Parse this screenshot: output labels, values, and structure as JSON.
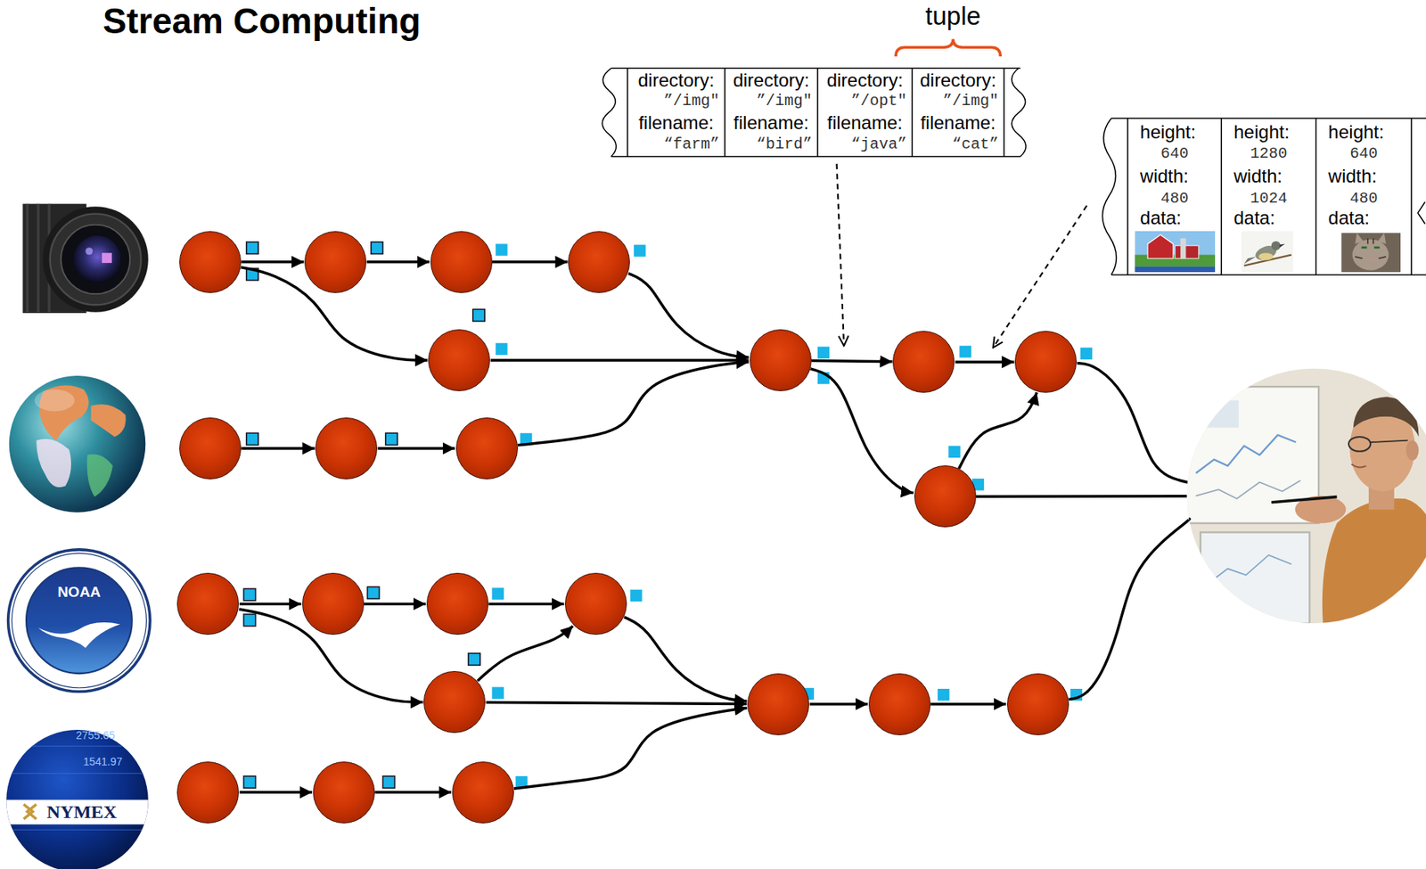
{
  "diagram": {
    "title": "Stream Computing",
    "nodes": [
      {
        "text": []
      },
      {
        "text": []
      },
      {
        "text": []
      },
      {
        "text": []
      },
      {
        "text": []
      },
      {
        "text": []
      },
      {
        "text": []
      },
      {
        "text": []
      },
      {
        "text": []
      },
      {
        "text": []
      },
      {
        "text": []
      },
      {
        "text": []
      },
      {
        "text": []
      },
      {
        "text": []
      },
      {
        "text": []
      },
      {
        "text": []
      },
      {
        "text": []
      },
      {
        "text": []
      },
      {
        "text": []
      },
      {
        "text": []
      },
      {
        "text": []
      },
      {
        "text": []
      },
      {
        "text": []
      },
      {
        "text": []
      }
    ],
    "edges": [
      {
        "from": 0,
        "to": 1,
        "arrow": "to"
      },
      {
        "from": 0,
        "to": 4,
        "arrow": "to"
      },
      {
        "from": 1,
        "to": 2,
        "arrow": "to"
      },
      {
        "from": 2,
        "to": 3,
        "arrow": "to"
      },
      {
        "from": 3,
        "to": 8,
        "arrow": "to"
      },
      {
        "from": 4,
        "to": 8,
        "arrow": "to"
      },
      {
        "from": 5,
        "to": 6,
        "arrow": "to"
      },
      {
        "from": 6,
        "to": 7,
        "arrow": "to"
      },
      {
        "from": 7,
        "to": 8,
        "arrow": "to"
      },
      {
        "from": 8,
        "to": 9,
        "arrow": "to"
      },
      {
        "from": 8,
        "to": 11,
        "arrow": "to"
      },
      {
        "from": 9,
        "to": 10,
        "arrow": "to"
      },
      {
        "from": 11,
        "to": 10,
        "arrow": "to"
      },
      {
        "from": 10,
        "to": 23,
        "arrow": "none"
      },
      {
        "from": 11,
        "to": 23,
        "arrow": "none"
      },
      {
        "from": 12,
        "to": 13,
        "arrow": "to"
      },
      {
        "from": 12,
        "to": 16,
        "arrow": "to"
      },
      {
        "from": 13,
        "to": 14,
        "arrow": "to"
      },
      {
        "from": 14,
        "to": 15,
        "arrow": "to"
      },
      {
        "from": 16,
        "to": 15,
        "arrow": "to"
      },
      {
        "from": 15,
        "to": 20,
        "arrow": "to"
      },
      {
        "from": 16,
        "to": 20,
        "arrow": "to"
      },
      {
        "from": 17,
        "to": 18,
        "arrow": "to"
      },
      {
        "from": 18,
        "to": 19,
        "arrow": "to"
      },
      {
        "from": 19,
        "to": 20,
        "arrow": "to"
      },
      {
        "from": 20,
        "to": 21,
        "arrow": "to"
      },
      {
        "from": 21,
        "to": 22,
        "arrow": "to"
      },
      {
        "from": 22,
        "to": 23,
        "arrow": "none"
      }
    ],
    "labels": [
      "tuple",
      "directory:",
      "”/img\"",
      "filename:",
      "“farm”",
      "directory:",
      "”/img\"",
      "filename:",
      "“bird”",
      "directory:",
      "”/opt\"",
      "filename:",
      "“java”",
      "directory:",
      "”/img\"",
      "filename:",
      "“cat”",
      "height:",
      "640",
      "width:",
      "480",
      "data:",
      "height:",
      "1280",
      "width:",
      "1024",
      "data:",
      "height:",
      "640",
      "width:",
      "480",
      "data:",
      "NOAA",
      "NYMEX",
      "2755.65",
      "1541.97"
    ]
  }
}
